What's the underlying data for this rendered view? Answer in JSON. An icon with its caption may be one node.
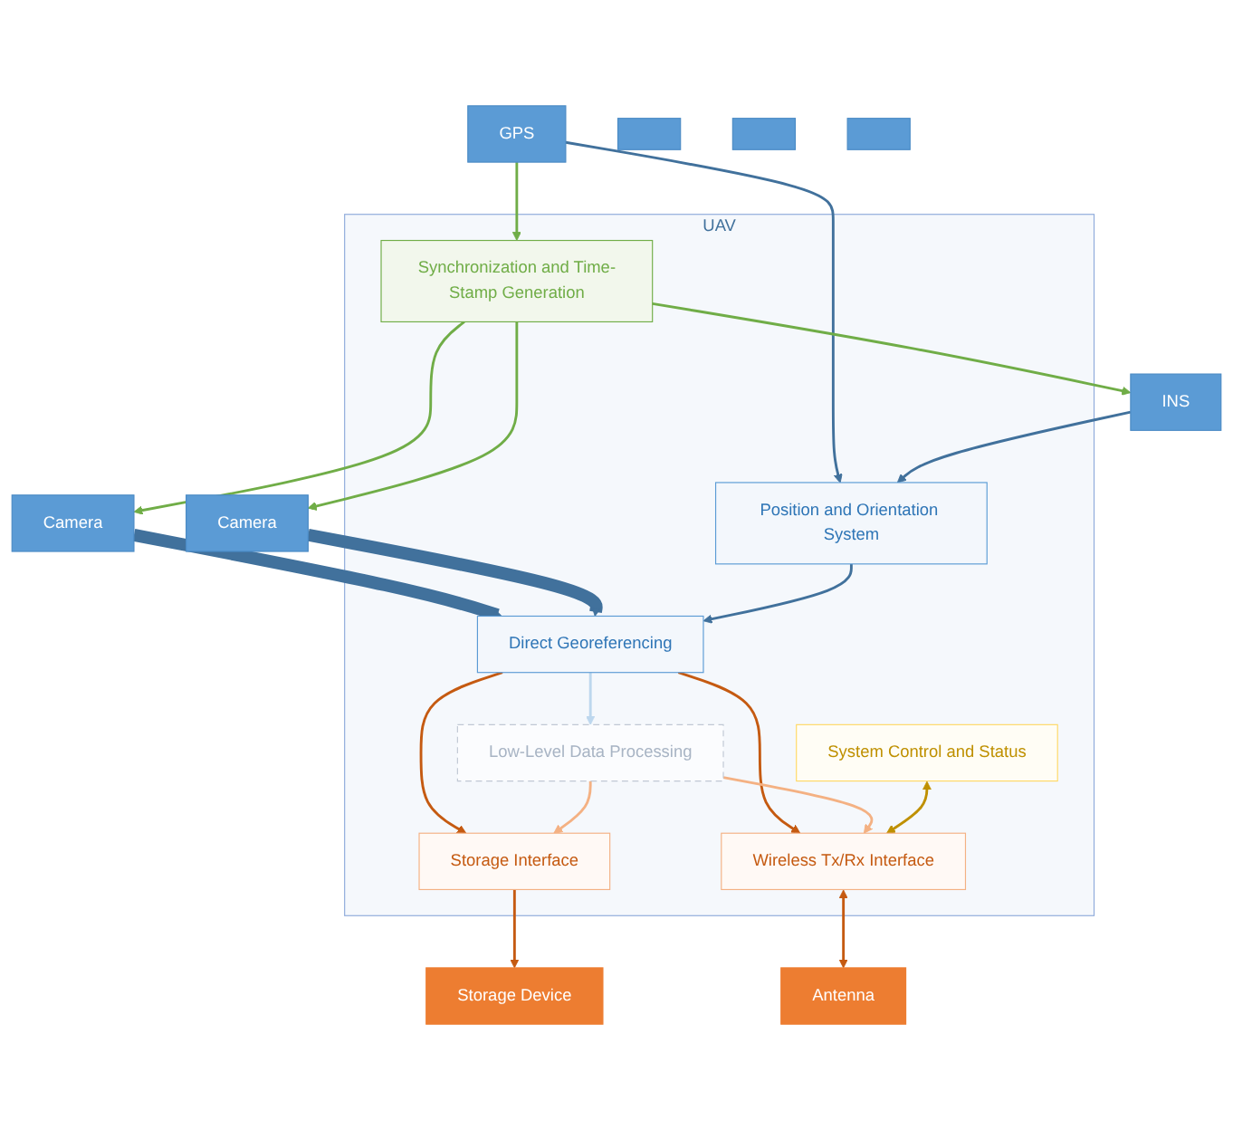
{
  "diagram": {
    "nodes": [
      {
        "text": [
          "GPS"
        ]
      },
      {
        "text": [
          "INS"
        ]
      },
      {
        "text": [
          "Camera"
        ]
      },
      {
        "text": [
          "Camera"
        ]
      },
      {
        "text": [],
        "shape": "box"
      },
      {
        "text": [],
        "shape": "box"
      },
      {
        "text": [],
        "shape": "box"
      },
      {
        "text": [
          "UAV"
        ]
      },
      {
        "text": [
          "Synchronization and Time-Stamp Generation"
        ],
        "in": 7
      },
      {
        "text": [
          "Position and Orientation System"
        ],
        "in": 7
      },
      {
        "text": [
          "Direct Georeferencing"
        ],
        "in": 7
      },
      {
        "text": [
          "Low-Level Data Processing"
        ],
        "in": 7
      },
      {
        "text": [
          "Storage Interface"
        ],
        "in": 7
      },
      {
        "text": [
          "Wireless Tx/Rx Interface"
        ],
        "in": 7
      },
      {
        "text": [
          "System Control and Status"
        ],
        "in": 7
      },
      {
        "text": [
          "Storage Device"
        ]
      },
      {
        "text": [
          "Antenna"
        ]
      }
    ],
    "edges": [
      {
        "from": 0,
        "to": 9,
        "arrow": "to"
      },
      {
        "from": 0,
        "to": 8,
        "arrow": "to",
        "color": "#70ad47"
      },
      {
        "from": 1,
        "to": 9,
        "arrow": "to"
      },
      {
        "from": 8,
        "to": 1,
        "arrow": "to",
        "color": "#70ad47"
      },
      {
        "from": 2,
        "to": 10,
        "arrow": "to",
        "style": "thick"
      },
      {
        "from": 8,
        "to": 2,
        "arrow": "to",
        "color": "#70ad47"
      },
      {
        "from": 3,
        "to": 10,
        "arrow": "to",
        "style": "thick"
      },
      {
        "from": 8,
        "to": 3,
        "arrow": "to",
        "color": "#70ad47"
      },
      {
        "from": 9,
        "to": 10,
        "arrow": "to"
      },
      {
        "from": 10,
        "to": 11,
        "arrow": "to",
        "color": "#bdd7ee"
      },
      {
        "from": 10,
        "to": 12,
        "arrow": "to",
        "color": "#c55a11"
      },
      {
        "from": 10,
        "to": 13,
        "arrow": "to",
        "color": "#c55a11"
      },
      {
        "from": 11,
        "to": 12,
        "arrow": "to",
        "color": "#f4b183"
      },
      {
        "from": 11,
        "to": 13,
        "arrow": "to",
        "color": "#f4b183"
      },
      {
        "from": 14,
        "to": 13,
        "arrow": "both",
        "color": "#bf9000"
      },
      {
        "from": 12,
        "to": 15,
        "arrow": "to",
        "color": "#c55a11"
      },
      {
        "from": 13,
        "to": 16,
        "arrow": "both",
        "color": "#c55a11"
      }
    ]
  }
}
